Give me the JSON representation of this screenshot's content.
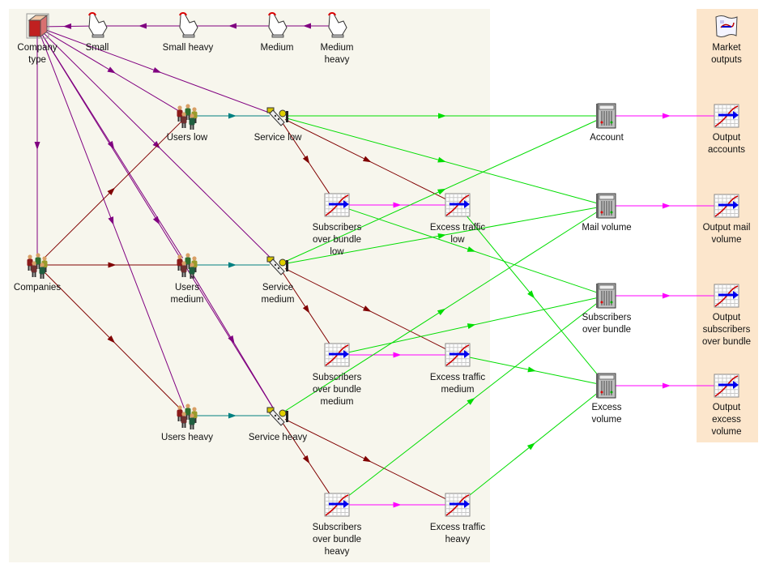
{
  "nodes": {
    "company_type": "Company\ntype",
    "small": "Small",
    "small_heavy": "Small heavy",
    "medium": "Medium",
    "medium_heavy": "Medium\nheavy",
    "market_outputs": "Market\noutputs",
    "users_low": "Users low",
    "service_low": "Service low",
    "account": "Account",
    "output_accounts": "Output\naccounts",
    "subs_bundle_low": "Subscribers\nover bundle\nlow",
    "excess_traffic_low": "Excess traffic\nlow",
    "mail_volume": "Mail volume",
    "output_mail_volume": "Output mail\nvolume",
    "companies": "Companies",
    "users_medium": "Users\nmedium",
    "service_medium": "Service\nmedium",
    "subs_over_bundle": "Subscribers\nover bundle",
    "output_subs_over_bundle": "Output\nsubscribers\nover bundle",
    "subs_bundle_medium": "Subscribers\nover bundle\nmedium",
    "excess_traffic_medium": "Excess traffic\nmedium",
    "excess_volume": "Excess\nvolume",
    "output_excess_volume": "Output\nexcess\nvolume",
    "users_heavy": "Users heavy",
    "service_heavy": "Service heavy",
    "subs_bundle_heavy": "Subscribers\nover bundle\nheavy",
    "excess_traffic_heavy": "Excess traffic\nheavy"
  },
  "colors": {
    "purple": "#800080",
    "darkred": "#800000",
    "teal": "#008080",
    "green": "#00dd00",
    "magenta": "#ff00ff",
    "left_panel": "#f7f6ed",
    "right_panel": "#fce6cc"
  },
  "icons": {
    "company_type": "cube-icon",
    "small": "hand-icon",
    "small_heavy": "hand-icon",
    "medium": "hand-icon",
    "medium_heavy": "hand-icon",
    "market_outputs": "map-icon",
    "users": "people-icon",
    "service": "phone-icon",
    "chart": "chart-icon",
    "server": "server-icon",
    "companies": "people-icon"
  }
}
